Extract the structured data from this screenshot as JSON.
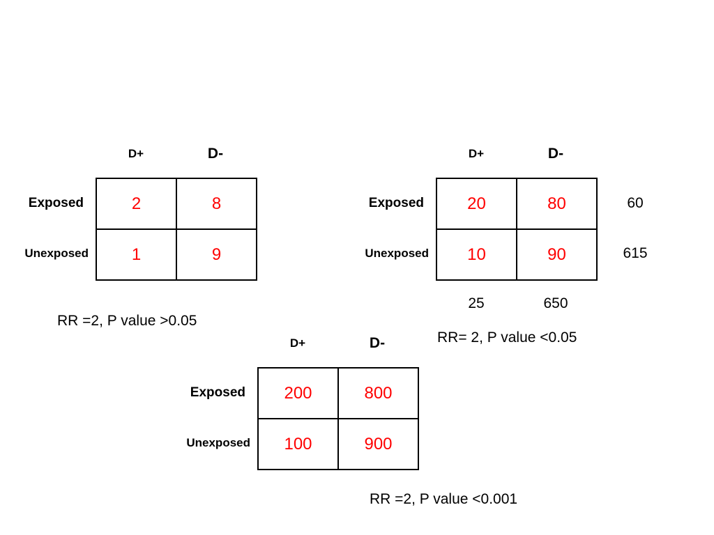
{
  "col_headers": [
    "D+",
    "D-"
  ],
  "row_headers": [
    "Exposed",
    "Unexposed"
  ],
  "table1": {
    "cells": [
      [
        "2",
        "8"
      ],
      [
        "1",
        "9"
      ]
    ],
    "note": "RR =2, P value >0.05"
  },
  "table2": {
    "cells": [
      [
        "20",
        "80"
      ],
      [
        "10",
        "90"
      ]
    ],
    "row_totals": [
      "60",
      "615"
    ],
    "col_totals": [
      "25",
      "650"
    ],
    "note": "RR= 2, P value <0.05"
  },
  "table3": {
    "cells": [
      [
        "200",
        "800"
      ],
      [
        "100",
        "900"
      ]
    ],
    "note": "RR =2, P value <0.001"
  },
  "colors": {
    "cell_value": "#ff0000",
    "text": "#000000",
    "border": "#000000"
  }
}
